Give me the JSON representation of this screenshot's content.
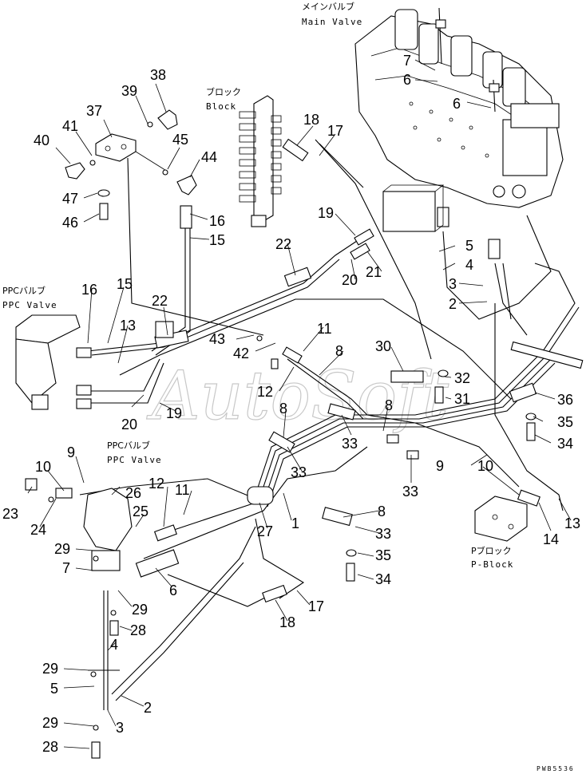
{
  "watermark": "AutoSoft",
  "drawing_code": "PWB5536",
  "labels": {
    "main_valve_jp": "メインバルブ",
    "main_valve_en": "Main Valve",
    "block_jp": "ブロック",
    "block_en": "Block",
    "ppc_valve_jp_left": "PPCバルブ",
    "ppc_valve_en_left": "PPC Valve",
    "ppc_valve_jp_center": "PPCバルブ",
    "ppc_valve_en_center": "PPC Valve",
    "p_block_jp": "Pブロック",
    "p_block_en": "P-Block"
  },
  "callouts": [
    {
      "id": "c38",
      "text": "38"
    },
    {
      "id": "c39",
      "text": "39"
    },
    {
      "id": "c37",
      "text": "37"
    },
    {
      "id": "c41",
      "text": "41"
    },
    {
      "id": "c40",
      "text": "40"
    },
    {
      "id": "c45",
      "text": "45"
    },
    {
      "id": "c44",
      "text": "44"
    },
    {
      "id": "c47",
      "text": "47"
    },
    {
      "id": "c46",
      "text": "46"
    },
    {
      "id": "c18a",
      "text": "18"
    },
    {
      "id": "c17a",
      "text": "17"
    },
    {
      "id": "c16a",
      "text": "16"
    },
    {
      "id": "c15a",
      "text": "15"
    },
    {
      "id": "c7a",
      "text": "7"
    },
    {
      "id": "c6a",
      "text": "6"
    },
    {
      "id": "c6b",
      "text": "6"
    },
    {
      "id": "c19a",
      "text": "19"
    },
    {
      "id": "c22a",
      "text": "22"
    },
    {
      "id": "c21",
      "text": "21"
    },
    {
      "id": "c20a",
      "text": "20"
    },
    {
      "id": "c5a",
      "text": "5"
    },
    {
      "id": "c4a",
      "text": "4"
    },
    {
      "id": "c3a",
      "text": "3"
    },
    {
      "id": "c2a",
      "text": "2"
    },
    {
      "id": "c16b",
      "text": "16"
    },
    {
      "id": "c15b",
      "text": "15"
    },
    {
      "id": "c13a",
      "text": "13"
    },
    {
      "id": "c22b",
      "text": "22"
    },
    {
      "id": "c11a",
      "text": "11"
    },
    {
      "id": "c8a",
      "text": "8"
    },
    {
      "id": "c30",
      "text": "30"
    },
    {
      "id": "c43",
      "text": "43"
    },
    {
      "id": "c42",
      "text": "42"
    },
    {
      "id": "c12a",
      "text": "12"
    },
    {
      "id": "c32",
      "text": "32"
    },
    {
      "id": "c31",
      "text": "31"
    },
    {
      "id": "c36",
      "text": "36"
    },
    {
      "id": "c20b",
      "text": "20"
    },
    {
      "id": "c19b",
      "text": "19"
    },
    {
      "id": "c8b",
      "text": "8"
    },
    {
      "id": "c8c",
      "text": "8"
    },
    {
      "id": "c35a",
      "text": "35"
    },
    {
      "id": "c34a",
      "text": "34"
    },
    {
      "id": "c33a",
      "text": "33"
    },
    {
      "id": "c33b",
      "text": "33"
    },
    {
      "id": "c33c",
      "text": "33"
    },
    {
      "id": "c9a",
      "text": "9"
    },
    {
      "id": "c9b",
      "text": "9"
    },
    {
      "id": "c10a",
      "text": "10"
    },
    {
      "id": "c10b",
      "text": "10"
    },
    {
      "id": "c23",
      "text": "23"
    },
    {
      "id": "c24",
      "text": "24"
    },
    {
      "id": "c26",
      "text": "26"
    },
    {
      "id": "c12b",
      "text": "12"
    },
    {
      "id": "c11b",
      "text": "11"
    },
    {
      "id": "c25",
      "text": "25"
    },
    {
      "id": "c27",
      "text": "27"
    },
    {
      "id": "c1",
      "text": "1"
    },
    {
      "id": "c8d",
      "text": "8"
    },
    {
      "id": "c33d",
      "text": "33"
    },
    {
      "id": "c35b",
      "text": "35"
    },
    {
      "id": "c34b",
      "text": "34"
    },
    {
      "id": "c14",
      "text": "14"
    },
    {
      "id": "c13b",
      "text": "13"
    },
    {
      "id": "c29a",
      "text": "29"
    },
    {
      "id": "c7b",
      "text": "7"
    },
    {
      "id": "c6c",
      "text": "6"
    },
    {
      "id": "c29b",
      "text": "29"
    },
    {
      "id": "c28a",
      "text": "28"
    },
    {
      "id": "c4b",
      "text": "4"
    },
    {
      "id": "c29c",
      "text": "29"
    },
    {
      "id": "c5b",
      "text": "5"
    },
    {
      "id": "c2b",
      "text": "2"
    },
    {
      "id": "c29d",
      "text": "29"
    },
    {
      "id": "c3b",
      "text": "3"
    },
    {
      "id": "c28b",
      "text": "28"
    },
    {
      "id": "c18b",
      "text": "18"
    },
    {
      "id": "c17b",
      "text": "17"
    }
  ]
}
